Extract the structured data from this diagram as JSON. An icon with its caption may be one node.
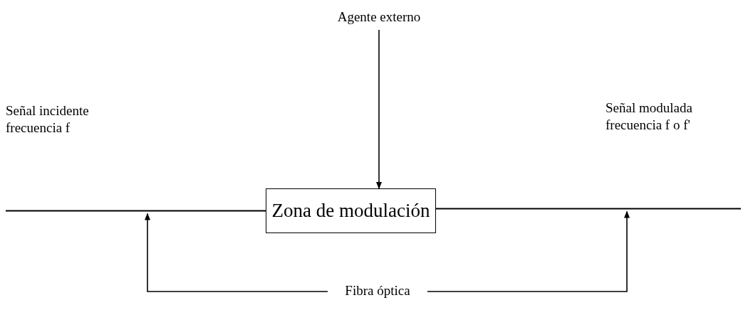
{
  "diagram": {
    "nodes": [
      {
        "text": [
          "Agente externo"
        ]
      },
      {
        "text": [
          "Zona de modulación"
        ]
      },
      {
        "text": [
          "Fibra óptica"
        ]
      }
    ],
    "edges": [
      {
        "from": 0,
        "to": 1,
        "arrow": "to"
      },
      {
        "from": null,
        "to": 1,
        "arrow": "none"
      },
      {
        "from": 1,
        "to": null,
        "arrow": "none"
      },
      {
        "from": 2,
        "to": null,
        "arrow": "to"
      },
      {
        "from": 2,
        "to": null,
        "arrow": "to"
      }
    ],
    "labels": [
      "Señal incidente frecuencia f",
      "Señal modulada frecuencia f o f'"
    ]
  }
}
